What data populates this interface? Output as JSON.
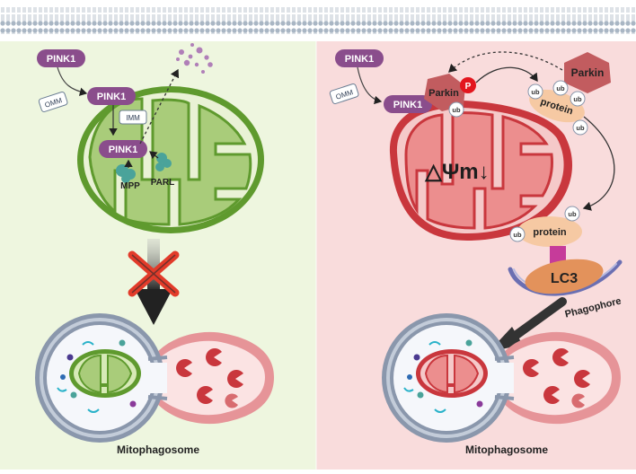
{
  "left_panel": {
    "pink1_cytosol": "PINK1",
    "omm": "OMM",
    "pink1_omm": "PINK1",
    "imm": "IMM",
    "pink1_imm": "PINK1",
    "mpp": "MPP",
    "parl": "PARL",
    "caption": "Mitophagosome"
  },
  "right_panel": {
    "pink1_cytosol": "PINK1",
    "omm": "OMM",
    "pink1_omm": "PINK1",
    "parkin_bound": "Parkin",
    "phospho": "P",
    "parkin_free": "Parkin",
    "ub": "ub",
    "protein_top": "protein",
    "membrane_potential": "△Ψm↓",
    "protein_bottom": "protein",
    "lc3": "LC3",
    "phagophore": "Phagophore",
    "caption": "Mitophagosome"
  },
  "colors": {
    "left_bg": "#eef6df",
    "right_bg": "#f9dcdc",
    "pink1": "#8a4d8c",
    "mito_green": "#5f9a2e",
    "mito_red": "#c9373d",
    "parkin": "#c25c5f",
    "protein": "#f6c9a3",
    "lc3": "#e3925b",
    "cross": "#e23b2a"
  }
}
